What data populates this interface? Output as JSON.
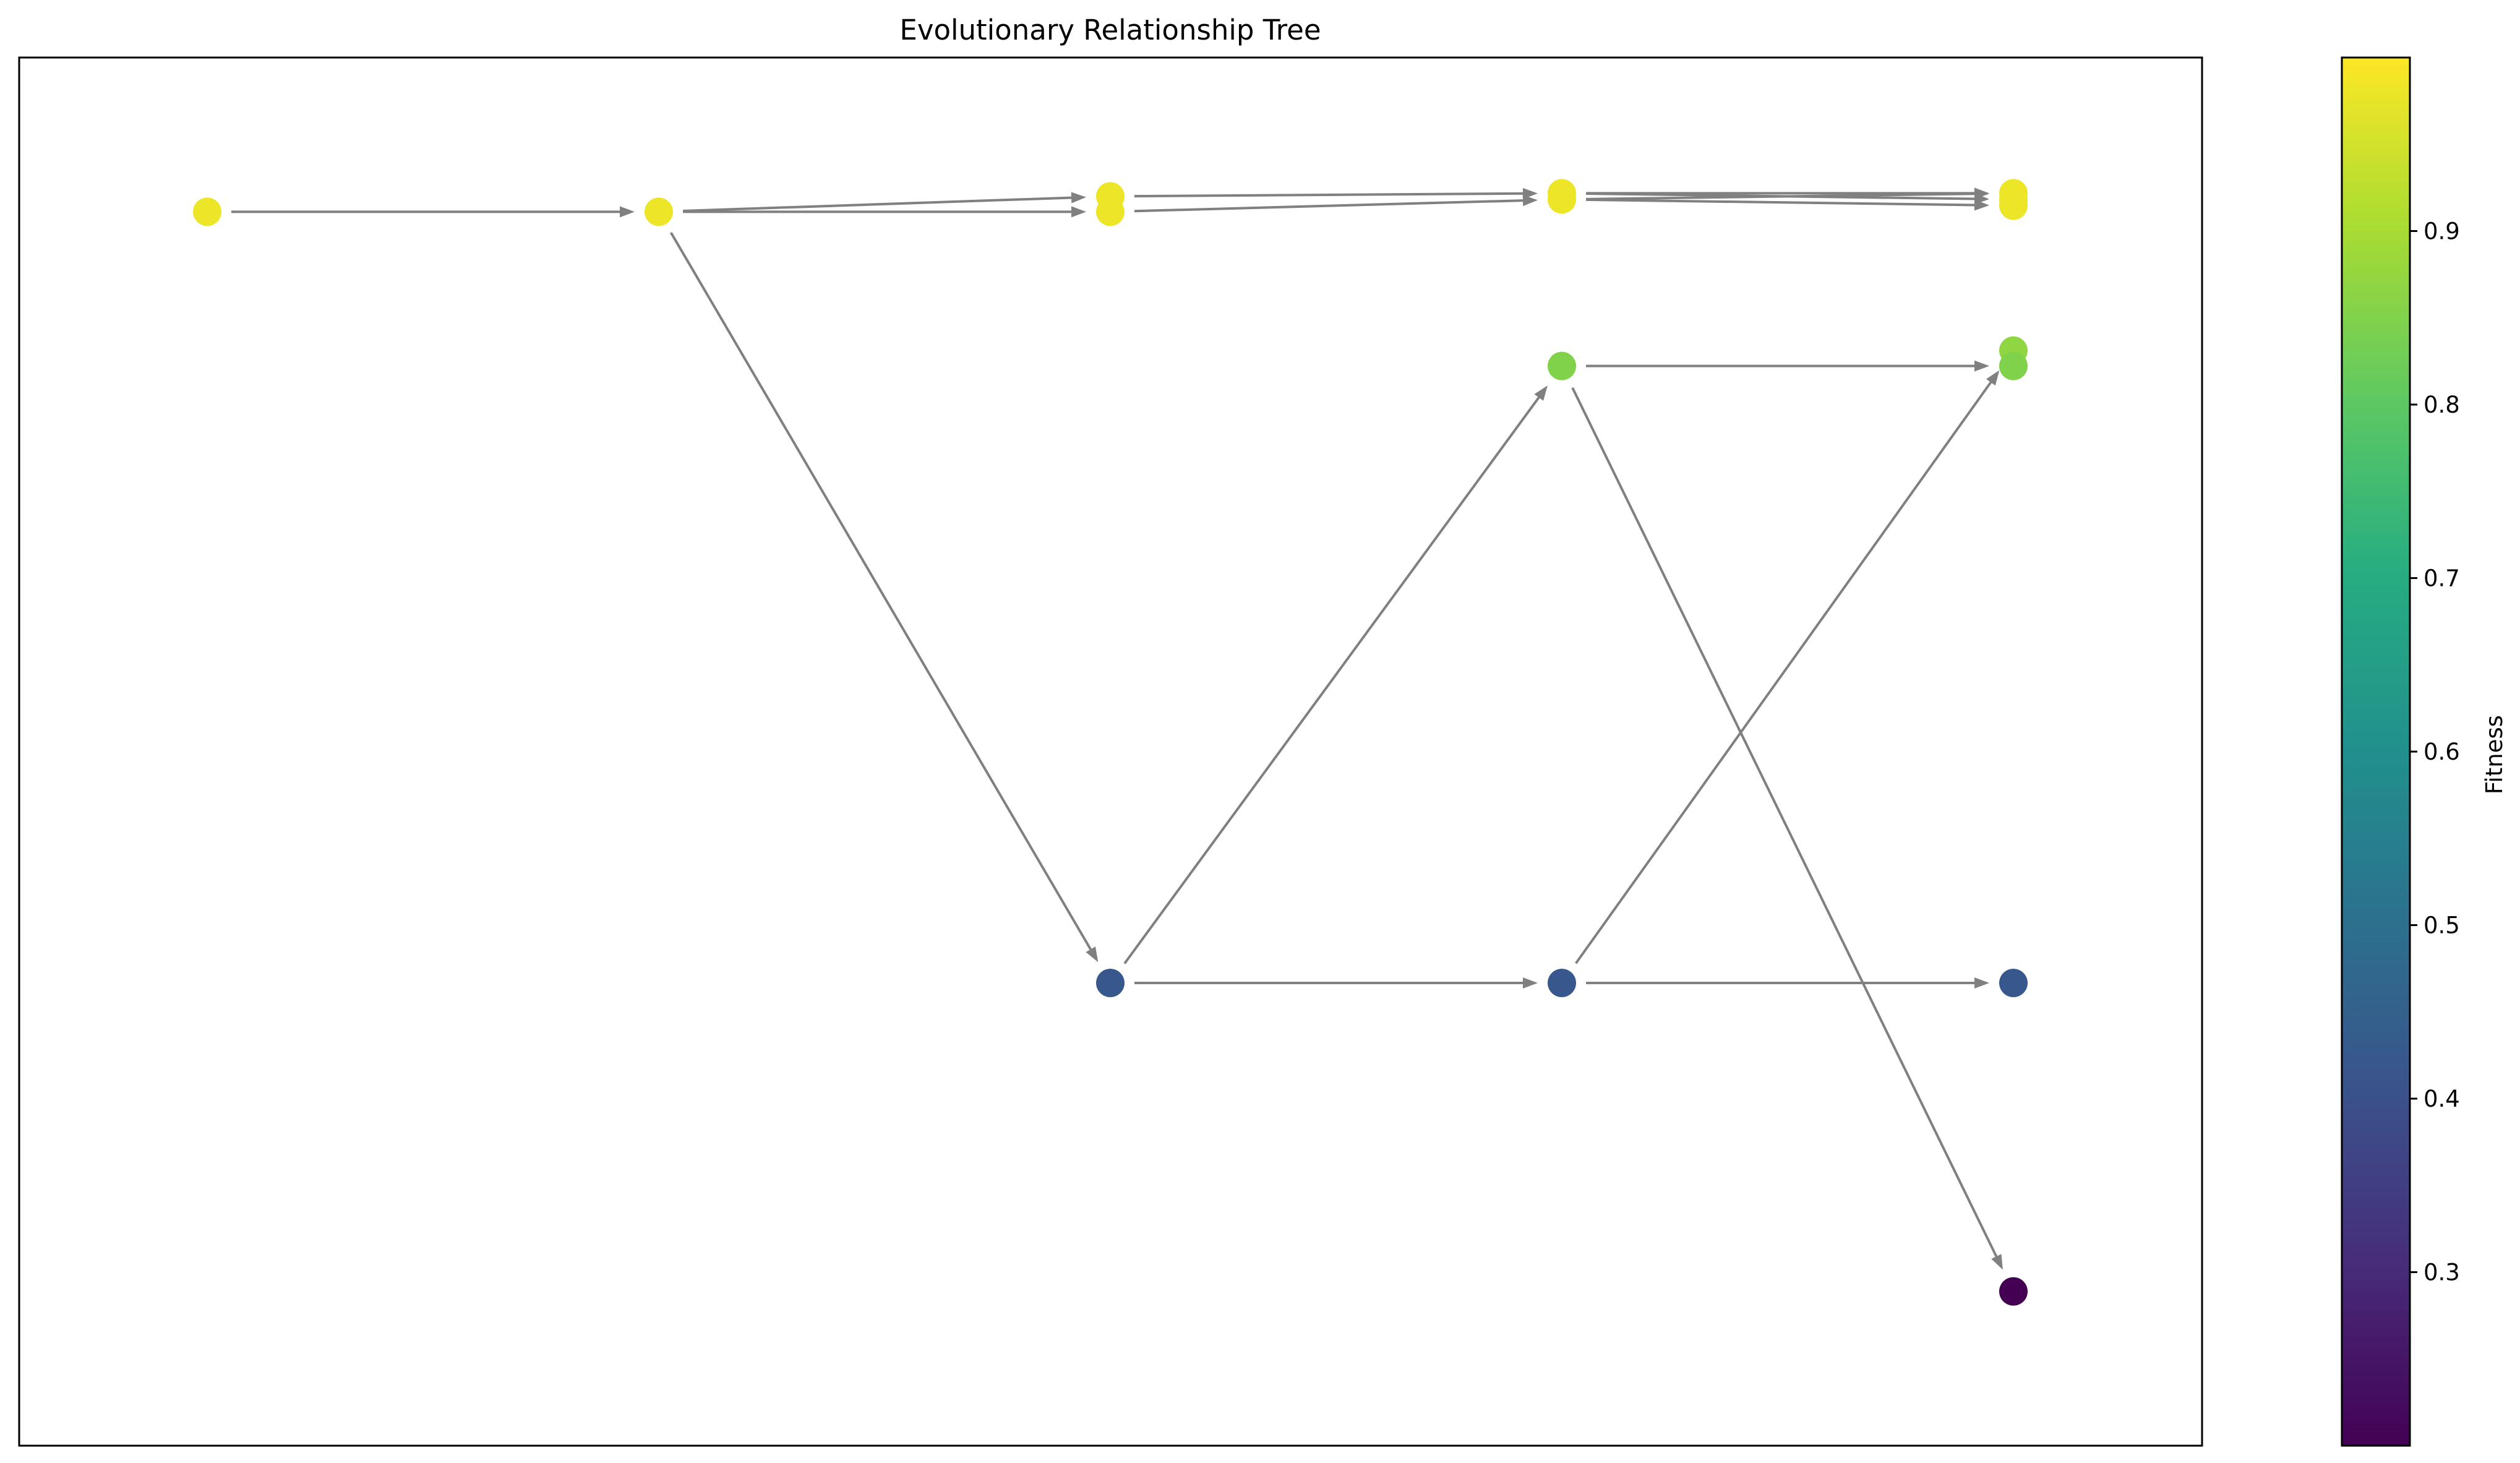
{
  "chart_data": {
    "type": "scatter",
    "title": "Evolutionary Relationship Tree",
    "xlabel": "",
    "ylabel": "",
    "axes_visible": false,
    "grid": false,
    "edge_color": "#808080",
    "x": [
      0,
      1,
      2,
      3,
      4
    ],
    "ylim": [
      0,
      9
    ],
    "nodes": [
      {
        "id": "g0a",
        "x": 0,
        "y": 8.0,
        "fitness": 0.98
      },
      {
        "id": "g1a",
        "x": 1,
        "y": 8.0,
        "fitness": 0.98
      },
      {
        "id": "g2a",
        "x": 2,
        "y": 8.1,
        "fitness": 0.98
      },
      {
        "id": "g2b",
        "x": 2,
        "y": 8.0,
        "fitness": 0.98
      },
      {
        "id": "g2c",
        "x": 2,
        "y": 3.0,
        "fitness": 0.42
      },
      {
        "id": "g3a",
        "x": 3,
        "y": 8.12,
        "fitness": 0.98
      },
      {
        "id": "g3b",
        "x": 3,
        "y": 8.08,
        "fitness": 0.98
      },
      {
        "id": "g3c",
        "x": 3,
        "y": 7.0,
        "fitness": 0.85
      },
      {
        "id": "g3d",
        "x": 3,
        "y": 3.0,
        "fitness": 0.42
      },
      {
        "id": "g4a",
        "x": 4,
        "y": 8.12,
        "fitness": 0.98
      },
      {
        "id": "g4b",
        "x": 4,
        "y": 8.08,
        "fitness": 0.98
      },
      {
        "id": "g4c",
        "x": 4,
        "y": 8.04,
        "fitness": 0.98
      },
      {
        "id": "g4d",
        "x": 4,
        "y": 7.1,
        "fitness": 0.87
      },
      {
        "id": "g4e",
        "x": 4,
        "y": 7.0,
        "fitness": 0.85
      },
      {
        "id": "g4f",
        "x": 4,
        "y": 3.0,
        "fitness": 0.42
      },
      {
        "id": "g4g",
        "x": 4,
        "y": 1.0,
        "fitness": 0.2
      }
    ],
    "edges": [
      [
        "g0a",
        "g1a"
      ],
      [
        "g1a",
        "g2a"
      ],
      [
        "g1a",
        "g2b"
      ],
      [
        "g1a",
        "g2c"
      ],
      [
        "g2a",
        "g3a"
      ],
      [
        "g2b",
        "g3b"
      ],
      [
        "g2c",
        "g3c"
      ],
      [
        "g2c",
        "g3d"
      ],
      [
        "g3a",
        "g4a"
      ],
      [
        "g3a",
        "g4b"
      ],
      [
        "g3b",
        "g4a"
      ],
      [
        "g3b",
        "g4c"
      ],
      [
        "g3c",
        "g4e"
      ],
      [
        "g3c",
        "g4g"
      ],
      [
        "g3d",
        "g4d"
      ],
      [
        "g3d",
        "g4f"
      ]
    ],
    "colorbar": {
      "label": "Fitness",
      "colormap": "viridis",
      "min": 0.2,
      "max": 1.0,
      "ticks": [
        0.3,
        0.4,
        0.5,
        0.6,
        0.7,
        0.8,
        0.9
      ],
      "tick_labels": [
        "0.3",
        "0.4",
        "0.5",
        "0.6",
        "0.7",
        "0.8",
        "0.9"
      ]
    }
  }
}
